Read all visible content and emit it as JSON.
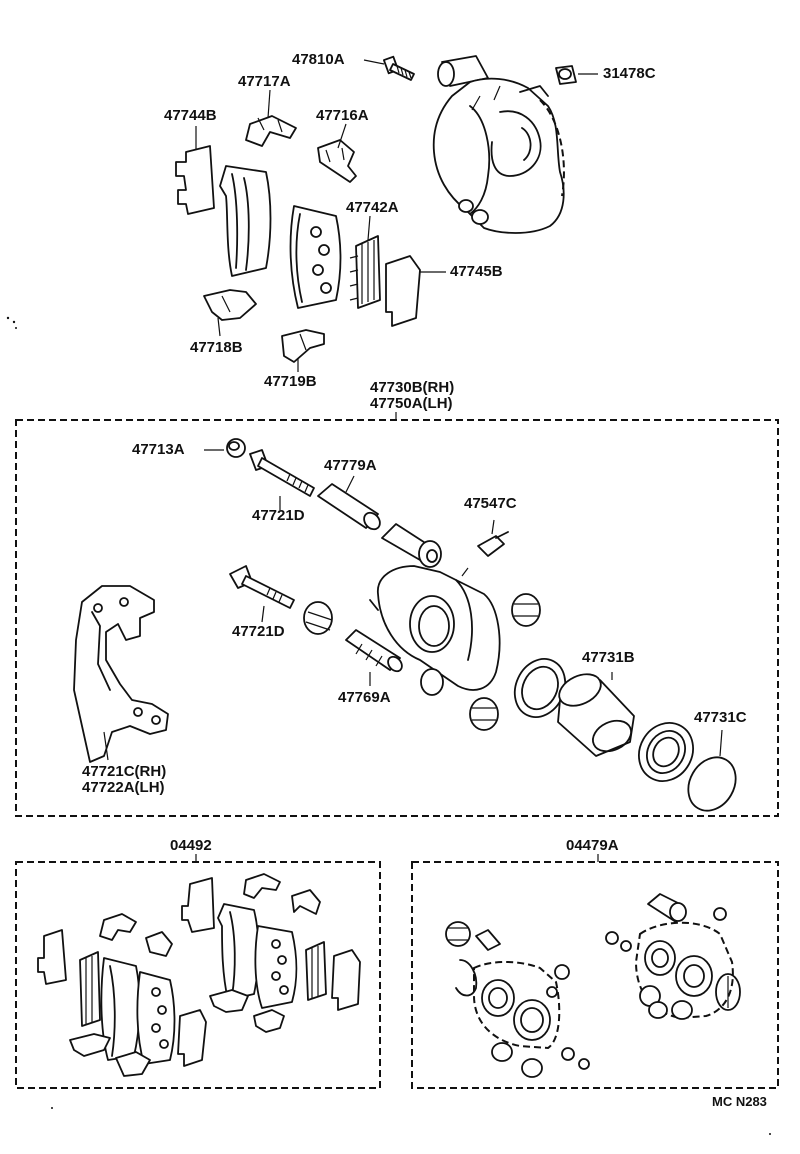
{
  "labels": {
    "p47810A": "47810A",
    "p31478C": "31478C",
    "p47717A": "47717A",
    "p47744B": "47744B",
    "p47716A": "47716A",
    "p47742A": "47742A",
    "p47745B": "47745B",
    "p47718B": "47718B",
    "p47719B": "47719B",
    "p47730B": "47730B(RH)",
    "p47750A": "47750A(LH)",
    "p47713A": "47713A",
    "p47779A": "47779A",
    "p47721D_a": "47721D",
    "p47547C": "47547C",
    "p47721D_b": "47721D",
    "p47731B": "47731B",
    "p47769A": "47769A",
    "p47731C": "47731C",
    "p47721C": "47721C(RH)",
    "p47722A": "47722A(LH)",
    "k04492": "04492",
    "k04479A": "04479A",
    "code": "MC N283"
  }
}
